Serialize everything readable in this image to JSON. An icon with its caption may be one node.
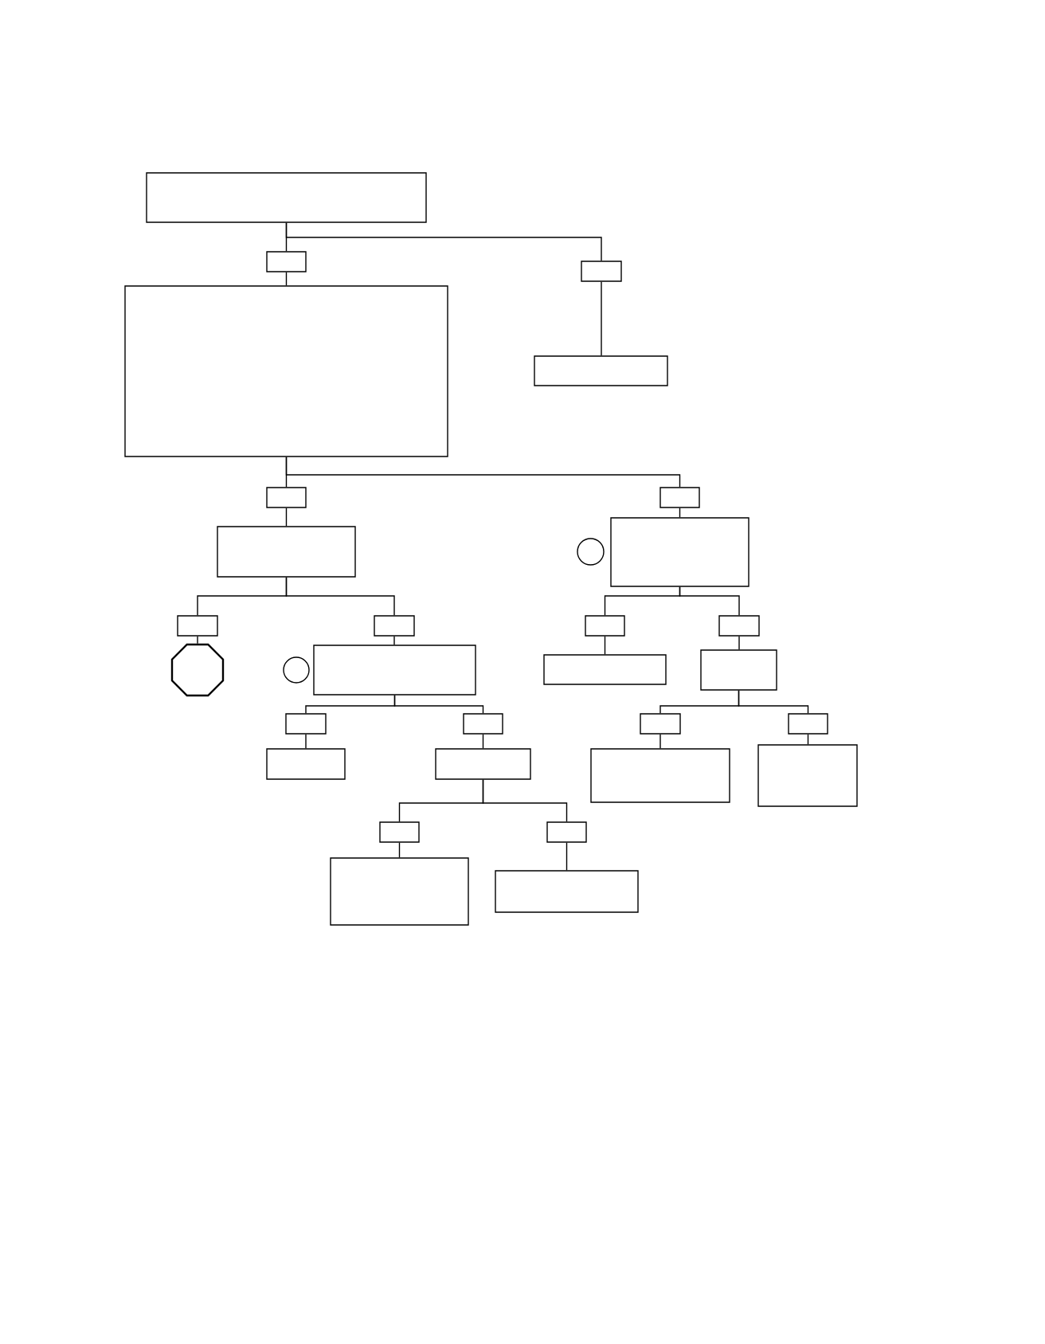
{
  "diagram": {
    "nodes": [
      {
        "text": [],
        "shape": "box"
      },
      {
        "text": [],
        "shape": "box"
      },
      {
        "text": [],
        "shape": "box"
      },
      {
        "text": [],
        "shape": "box"
      },
      {
        "text": [],
        "shape": "box"
      },
      {
        "text": [],
        "shape": "box"
      },
      {
        "text": [],
        "shape": "box"
      },
      {
        "text": [],
        "shape": "box"
      },
      {
        "text": [],
        "shape": "circle"
      },
      {
        "text": [],
        "shape": "box"
      },
      {
        "text": [],
        "shape": "box"
      },
      {
        "text": [],
        "shape": "box"
      },
      {
        "text": [],
        "shape": "box"
      },
      {
        "text": [],
        "shape": "box"
      },
      {
        "text": [],
        "shape": "octagon"
      },
      {
        "text": [],
        "shape": "circle"
      },
      {
        "text": [],
        "shape": "box"
      },
      {
        "text": [],
        "shape": "box"
      },
      {
        "text": [],
        "shape": "box"
      },
      {
        "text": [],
        "shape": "box"
      },
      {
        "text": [],
        "shape": "box"
      },
      {
        "text": [],
        "shape": "box"
      },
      {
        "text": [],
        "shape": "box"
      },
      {
        "text": [],
        "shape": "box"
      },
      {
        "text": [],
        "shape": "box"
      },
      {
        "text": [],
        "shape": "box"
      },
      {
        "text": [],
        "shape": "box"
      },
      {
        "text": [],
        "shape": "box"
      },
      {
        "text": [],
        "shape": "box"
      },
      {
        "text": [],
        "shape": "box"
      },
      {
        "text": [],
        "shape": "box"
      }
    ],
    "edges": [
      {
        "from": 0,
        "to": 1,
        "arrow": "none"
      },
      {
        "from": 0,
        "to": 2,
        "arrow": "none"
      },
      {
        "from": 1,
        "to": 3,
        "arrow": "none"
      },
      {
        "from": 2,
        "to": 4,
        "arrow": "none"
      },
      {
        "from": 3,
        "to": 5,
        "arrow": "none"
      },
      {
        "from": 3,
        "to": 6,
        "arrow": "none"
      },
      {
        "from": 5,
        "to": 7,
        "arrow": "none"
      },
      {
        "from": 6,
        "to": 9,
        "arrow": "none"
      },
      {
        "from": 7,
        "to": 10,
        "arrow": "none"
      },
      {
        "from": 7,
        "to": 11,
        "arrow": "none"
      },
      {
        "from": 9,
        "to": 12,
        "arrow": "none"
      },
      {
        "from": 9,
        "to": 13,
        "arrow": "none"
      },
      {
        "from": 10,
        "to": 14,
        "arrow": "none"
      },
      {
        "from": 11,
        "to": 16,
        "arrow": "none"
      },
      {
        "from": 12,
        "to": 17,
        "arrow": "none"
      },
      {
        "from": 13,
        "to": 18,
        "arrow": "none"
      },
      {
        "from": 16,
        "to": 19,
        "arrow": "none"
      },
      {
        "from": 16,
        "to": 20,
        "arrow": "none"
      },
      {
        "from": 18,
        "to": 21,
        "arrow": "none"
      },
      {
        "from": 18,
        "to": 22,
        "arrow": "none"
      },
      {
        "from": 19,
        "to": 23,
        "arrow": "none"
      },
      {
        "from": 20,
        "to": 24,
        "arrow": "none"
      },
      {
        "from": 21,
        "to": 25,
        "arrow": "none"
      },
      {
        "from": 22,
        "to": 26,
        "arrow": "none"
      },
      {
        "from": 24,
        "to": 27,
        "arrow": "none"
      },
      {
        "from": 24,
        "to": 28,
        "arrow": "none"
      },
      {
        "from": 27,
        "to": 29,
        "arrow": "none"
      },
      {
        "from": 28,
        "to": 30,
        "arrow": "none"
      }
    ]
  }
}
